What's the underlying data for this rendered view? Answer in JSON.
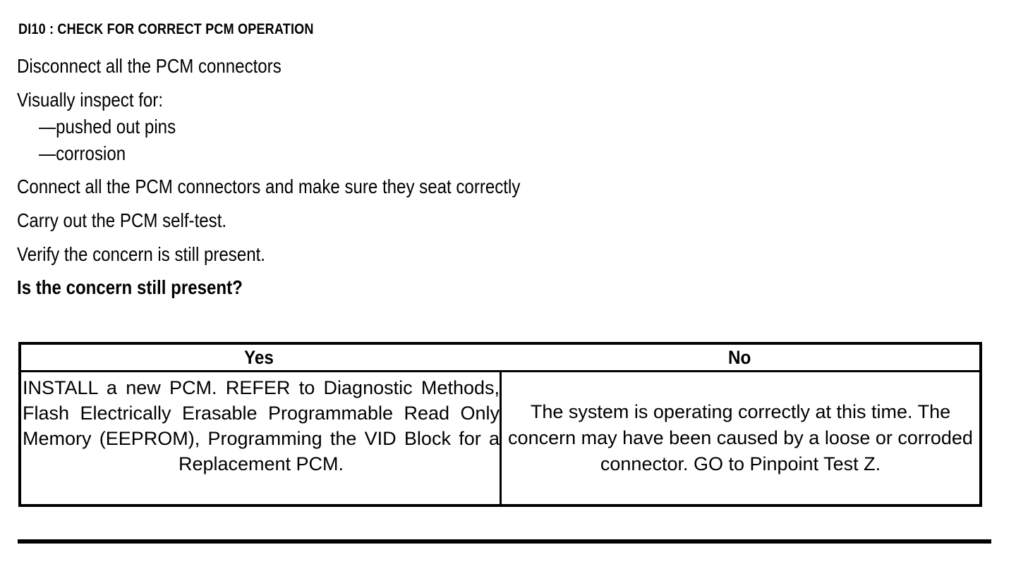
{
  "document": {
    "step_title": "DI10 : CHECK FOR CORRECT PCM OPERATION",
    "instructions": [
      "Disconnect all the PCM connectors",
      "Visually inspect for:",
      "Connect all the PCM connectors and make sure they seat correctly",
      "Carry out the PCM self-test.",
      "Verify the concern is still present."
    ],
    "sub_items": [
      "—pushed out pins",
      "—corrosion"
    ],
    "question": "Is the concern still present?"
  },
  "decision_table": {
    "headers": {
      "yes": "Yes",
      "no": "No"
    },
    "cells": {
      "yes": "INSTALL a new PCM. REFER to Diagnostic Methods, Flash Electrically Erasable Programmable Read Only Memory (EEPROM), Programming the VID Block for a Replacement PCM.",
      "no": "The system is operating correctly at this time. The concern may have been caused by a loose or corroded connector. GO to Pinpoint Test Z."
    }
  },
  "colors": {
    "ink": "#000000",
    "paper": "#ffffff"
  }
}
